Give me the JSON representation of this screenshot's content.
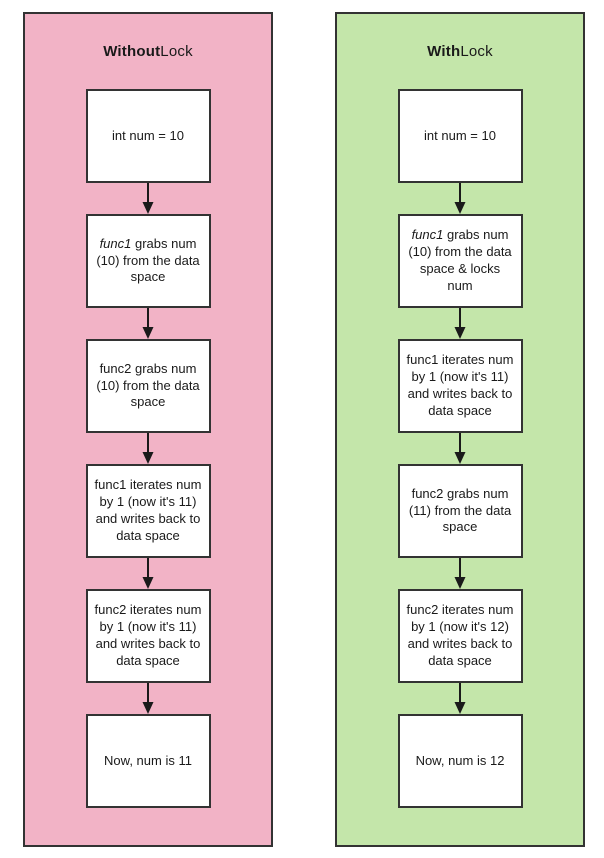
{
  "diagram": {
    "colors": {
      "without_lock_bg": "#f2b3c6",
      "with_lock_bg": "#c4e6aa",
      "border": "#333333",
      "box_bg": "#ffffff",
      "text": "#1a1a1a"
    },
    "panels": [
      {
        "name": "without-lock",
        "title_bold": "Without",
        "title_rest": " Lock",
        "steps": [
          {
            "em": "",
            "text": "int num = 10"
          },
          {
            "em": "func1",
            "text": " grabs num\n(10) from the data\nspace"
          },
          {
            "em": "",
            "text": "func2 grabs num\n(10) from the data\nspace"
          },
          {
            "em": "",
            "text": "func1 iterates num\nby 1 (now it's 11)\nand writes back to\ndata space"
          },
          {
            "em": "",
            "text": "func2 iterates num\nby 1 (now it's 11)\nand writes back to\ndata space"
          },
          {
            "em": "",
            "text": "Now, num is 11"
          }
        ]
      },
      {
        "name": "with-lock",
        "title_bold": "With",
        "title_rest": " Lock",
        "steps": [
          {
            "em": "",
            "text": "int num = 10"
          },
          {
            "em": "func1",
            "text": " grabs num\n(10) from the data\nspace & locks\nnum"
          },
          {
            "em": "",
            "text": "func1 iterates num\nby 1 (now it's 11)\nand writes back to\ndata space"
          },
          {
            "em": "",
            "text": "func2 grabs num\n(11) from the data\nspace"
          },
          {
            "em": "",
            "text": "func2 iterates num\nby 1 (now it's 12)\nand writes back to\ndata space"
          },
          {
            "em": "",
            "text": "Now, num is 12"
          }
        ]
      }
    ]
  }
}
